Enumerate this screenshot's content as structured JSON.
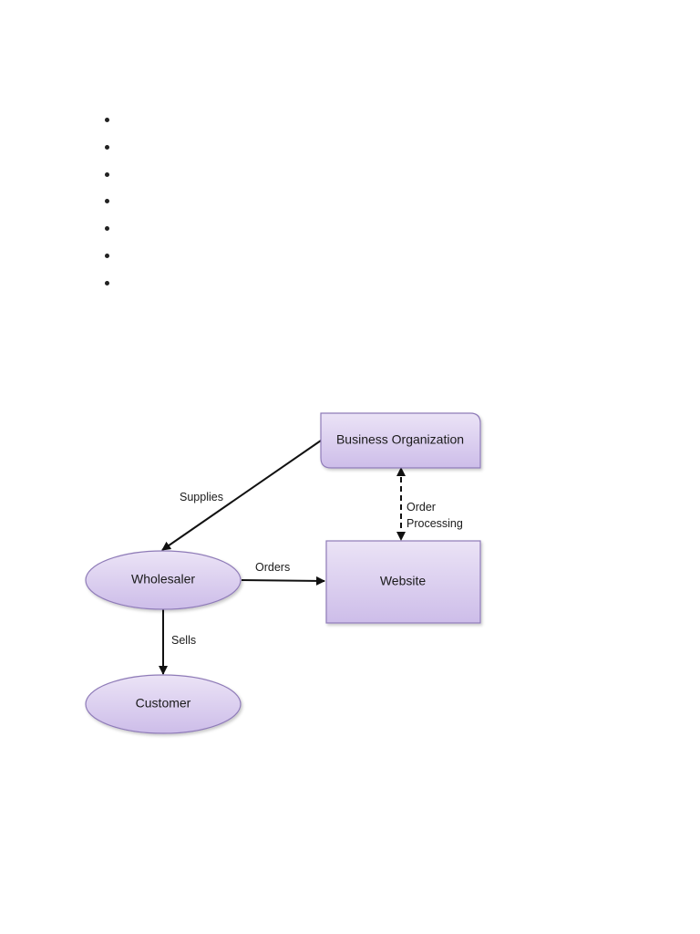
{
  "bullets": {
    "count": 7
  },
  "colors": {
    "node_fill_top": "#ebe3f6",
    "node_fill_bottom": "#cdbde9",
    "node_stroke": "#8f7bb8",
    "edge": "#111111"
  },
  "nodes": {
    "business_organization": {
      "label": "Business Organization",
      "shape": "rounded-rectangle"
    },
    "website": {
      "label": "Website",
      "shape": "rectangle"
    },
    "wholesaler": {
      "label": "Wholesaler",
      "shape": "ellipse"
    },
    "customer": {
      "label": "Customer",
      "shape": "ellipse"
    }
  },
  "edges": {
    "supplies": {
      "label": "Supplies",
      "from": "Business Organization",
      "to": "Wholesaler",
      "style": "solid"
    },
    "orders": {
      "label": "Orders",
      "from": "Wholesaler",
      "to": "Website",
      "style": "solid"
    },
    "sells": {
      "label": "Sells",
      "from": "Wholesaler",
      "to": "Customer",
      "style": "solid"
    },
    "order_processing": {
      "label_line1": "Order",
      "label_line2": "Processing",
      "from": "Business Organization",
      "to": "Website",
      "style": "dashed",
      "direction": "both"
    }
  }
}
